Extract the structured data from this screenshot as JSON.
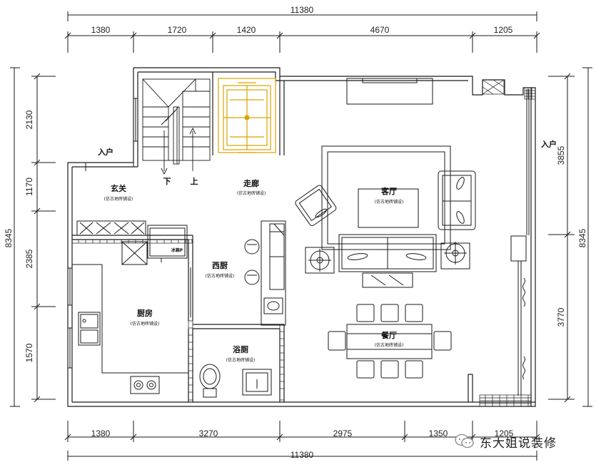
{
  "dims": {
    "top_total": "11380",
    "top": [
      "1380",
      "1720",
      "1420",
      "4670",
      "1205"
    ],
    "bottom": [
      "1380",
      "3270",
      "2975",
      "1350",
      "1205"
    ],
    "bottom_total": "11380",
    "left_total": "8345",
    "left": [
      "2130",
      "1170",
      "2385",
      "1570"
    ],
    "right_total": "8345",
    "right": [
      "3855",
      "3770"
    ]
  },
  "rooms": {
    "entry_side": "入户",
    "entry_right": "入户",
    "foyer": "玄关",
    "foyer_note": "(仿古地砖铺设)",
    "hall": "走廊",
    "hall_note": "(仿古地砖铺设)",
    "down": "下",
    "up": "上",
    "living": "客厅",
    "living_note": "(仿古地砖铺设)",
    "western_kitchen": "西厨",
    "western_kitchen_note": "(仿古地砖铺设)",
    "kitchen": "厨房",
    "kitchen_note": "(仿古地砖铺设)",
    "bath": "浴厕",
    "bath_note": "(仿古地砖铺设)",
    "dining": "餐厅",
    "dining_note": "(仿古地砖铺设)",
    "fridge": "冰箱P"
  },
  "watermark": {
    "text": "东大姐说装修",
    "icon": "wechat-icon"
  },
  "colors": {
    "line": "#1a1a1a",
    "elevator": "#d9a400"
  }
}
